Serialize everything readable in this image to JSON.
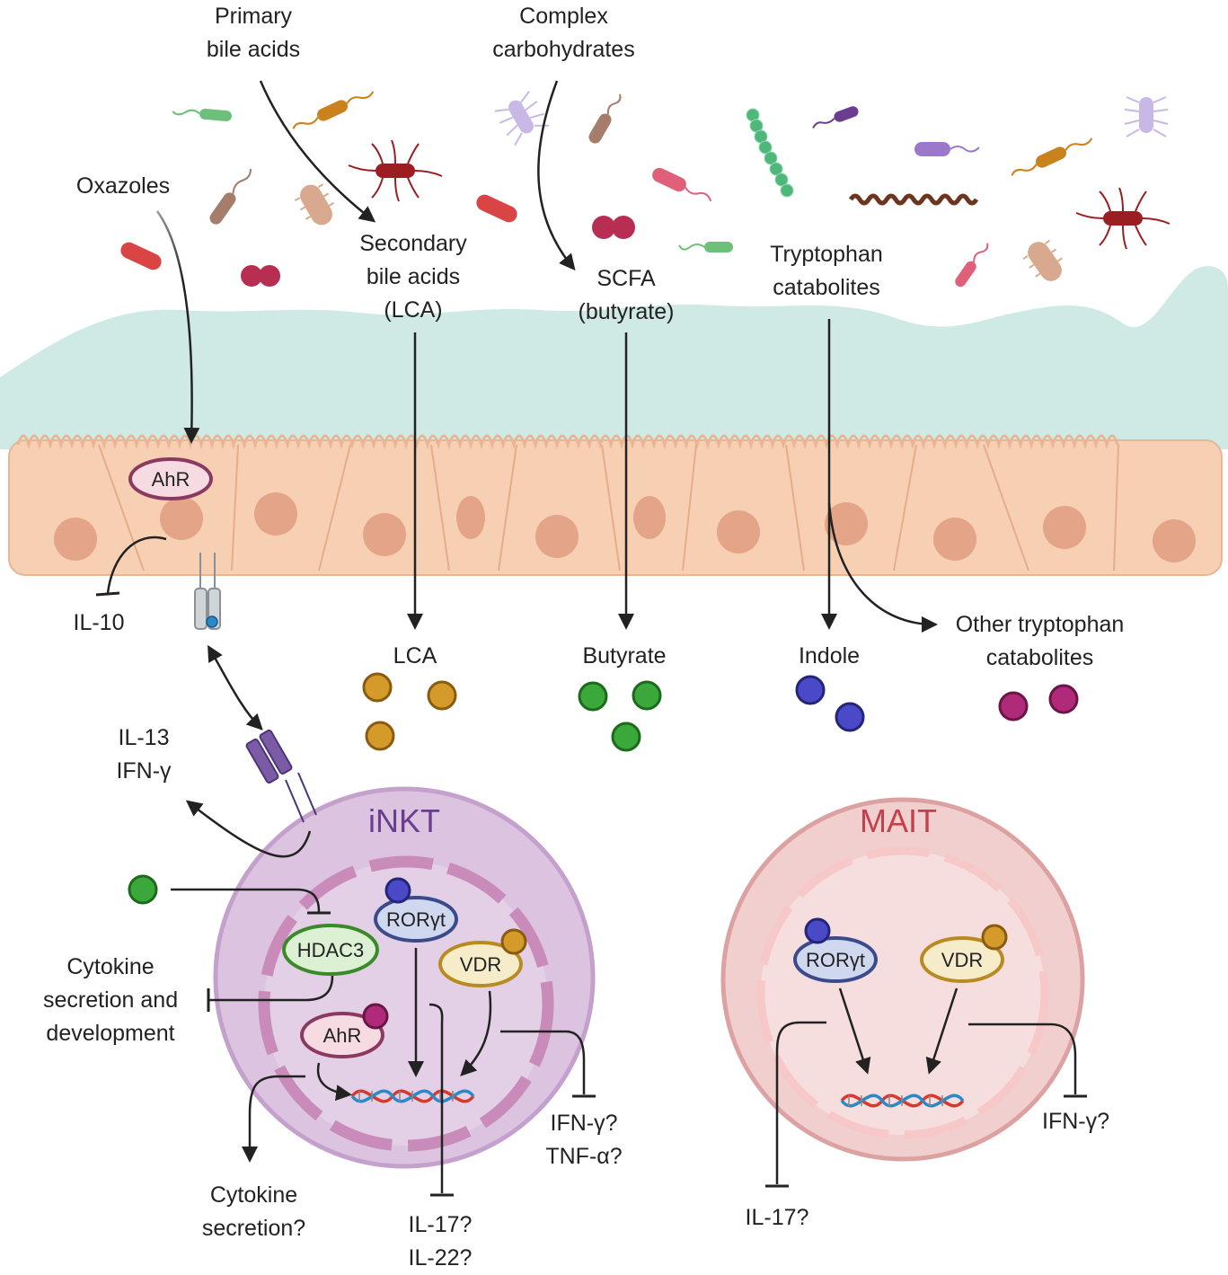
{
  "colors": {
    "mucus": "#cfe9e4",
    "epithelium": "#f7cfb3",
    "nucleus": "#e3a487",
    "inkt_cell": "#d9bedd",
    "inkt_title": "#6a3d8f",
    "mait_cell": "#f0c8c8",
    "mait_title": "#c2414a",
    "lca_dot": "#d49a2a",
    "butyrate_dot": "#3aa83a",
    "indole_dot": "#4a4ac8",
    "other_trp_dot": "#b02a7a",
    "arrow": "#222222"
  },
  "labels": {
    "primary_bile_acids": [
      "Primary",
      "bile acids"
    ],
    "complex_carbohydrates": [
      "Complex",
      "carbohydrates"
    ],
    "oxazoles": "Oxazoles",
    "secondary_bile_acids": [
      "Secondary",
      "bile acids",
      "(LCA)"
    ],
    "scfa": [
      "SCFA",
      "(butyrate)"
    ],
    "tryptophan_catabolites": [
      "Tryptophan",
      "catabolites"
    ],
    "il10": "IL-10",
    "lca": "LCA",
    "butyrate": "Butyrate",
    "indole": "Indole",
    "other_trp": [
      "Other tryptophan",
      "catabolites"
    ],
    "il13_ifng": [
      "IL-13",
      "IFN-γ"
    ],
    "cytokine_secretion_dev": [
      "Cytokine",
      "secretion and",
      "development"
    ],
    "cytokine_secretion_q": [
      "Cytokine",
      "secretion?"
    ],
    "il17_il22_q": [
      "IL-17?",
      "IL-22?"
    ],
    "ifng_tnfa_q": [
      "IFN-γ?",
      "TNF-α?"
    ],
    "mait_ifng_q": "IFN-γ?",
    "mait_il17_q": "IL-17?"
  },
  "epithelium": {
    "ahr": "AhR"
  },
  "inkt": {
    "title": "iNKT",
    "hdac3": "HDAC3",
    "rorgt": "RORγt",
    "vdr": "VDR",
    "ahr": "AhR"
  },
  "mait": {
    "title": "MAIT",
    "rorgt": "RORγt",
    "vdr": "VDR"
  },
  "icons": [
    "bacterium-icon",
    "coccus-icon",
    "dna-icon",
    "receptor-icon",
    "tcr-icon"
  ]
}
